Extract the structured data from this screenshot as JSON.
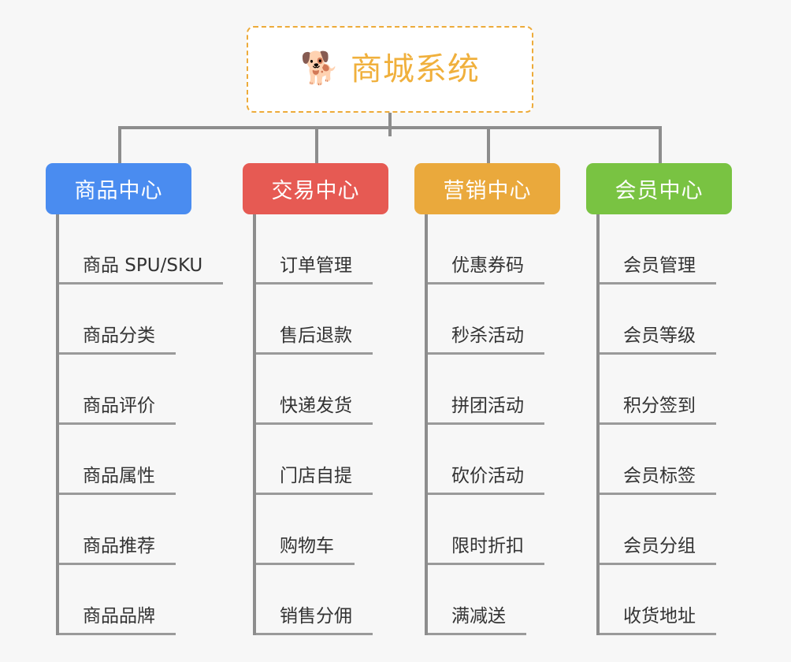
{
  "page": {
    "background_color": "#f7f7f7",
    "line_color": "#8d8d8d",
    "text_color": "#333333"
  },
  "root": {
    "icon": "shiba-dog-face-icon",
    "icon_glyph": "🐕",
    "title": "商城系统",
    "accent_color": "#f0b03c",
    "border_style": "dashed"
  },
  "branches": [
    {
      "id": "product-center",
      "label": "商品中心",
      "color": "#4a8cf0",
      "items": [
        "商品 SPU/SKU",
        "商品分类",
        "商品评价",
        "商品属性",
        "商品推荐",
        "商品品牌"
      ]
    },
    {
      "id": "trade-center",
      "label": "交易中心",
      "color": "#e65a53",
      "items": [
        "订单管理",
        "售后退款",
        "快递发货",
        "门店自提",
        "购物车",
        "销售分佣"
      ]
    },
    {
      "id": "marketing-center",
      "label": "营销中心",
      "color": "#eaa93c",
      "items": [
        "优惠券码",
        "秒杀活动",
        "拼团活动",
        "砍价活动",
        "限时折扣",
        "满减送"
      ]
    },
    {
      "id": "member-center",
      "label": "会员中心",
      "color": "#79c342",
      "items": [
        "会员管理",
        "会员等级",
        "积分签到",
        "会员标签",
        "会员分组",
        "收货地址"
      ]
    }
  ]
}
